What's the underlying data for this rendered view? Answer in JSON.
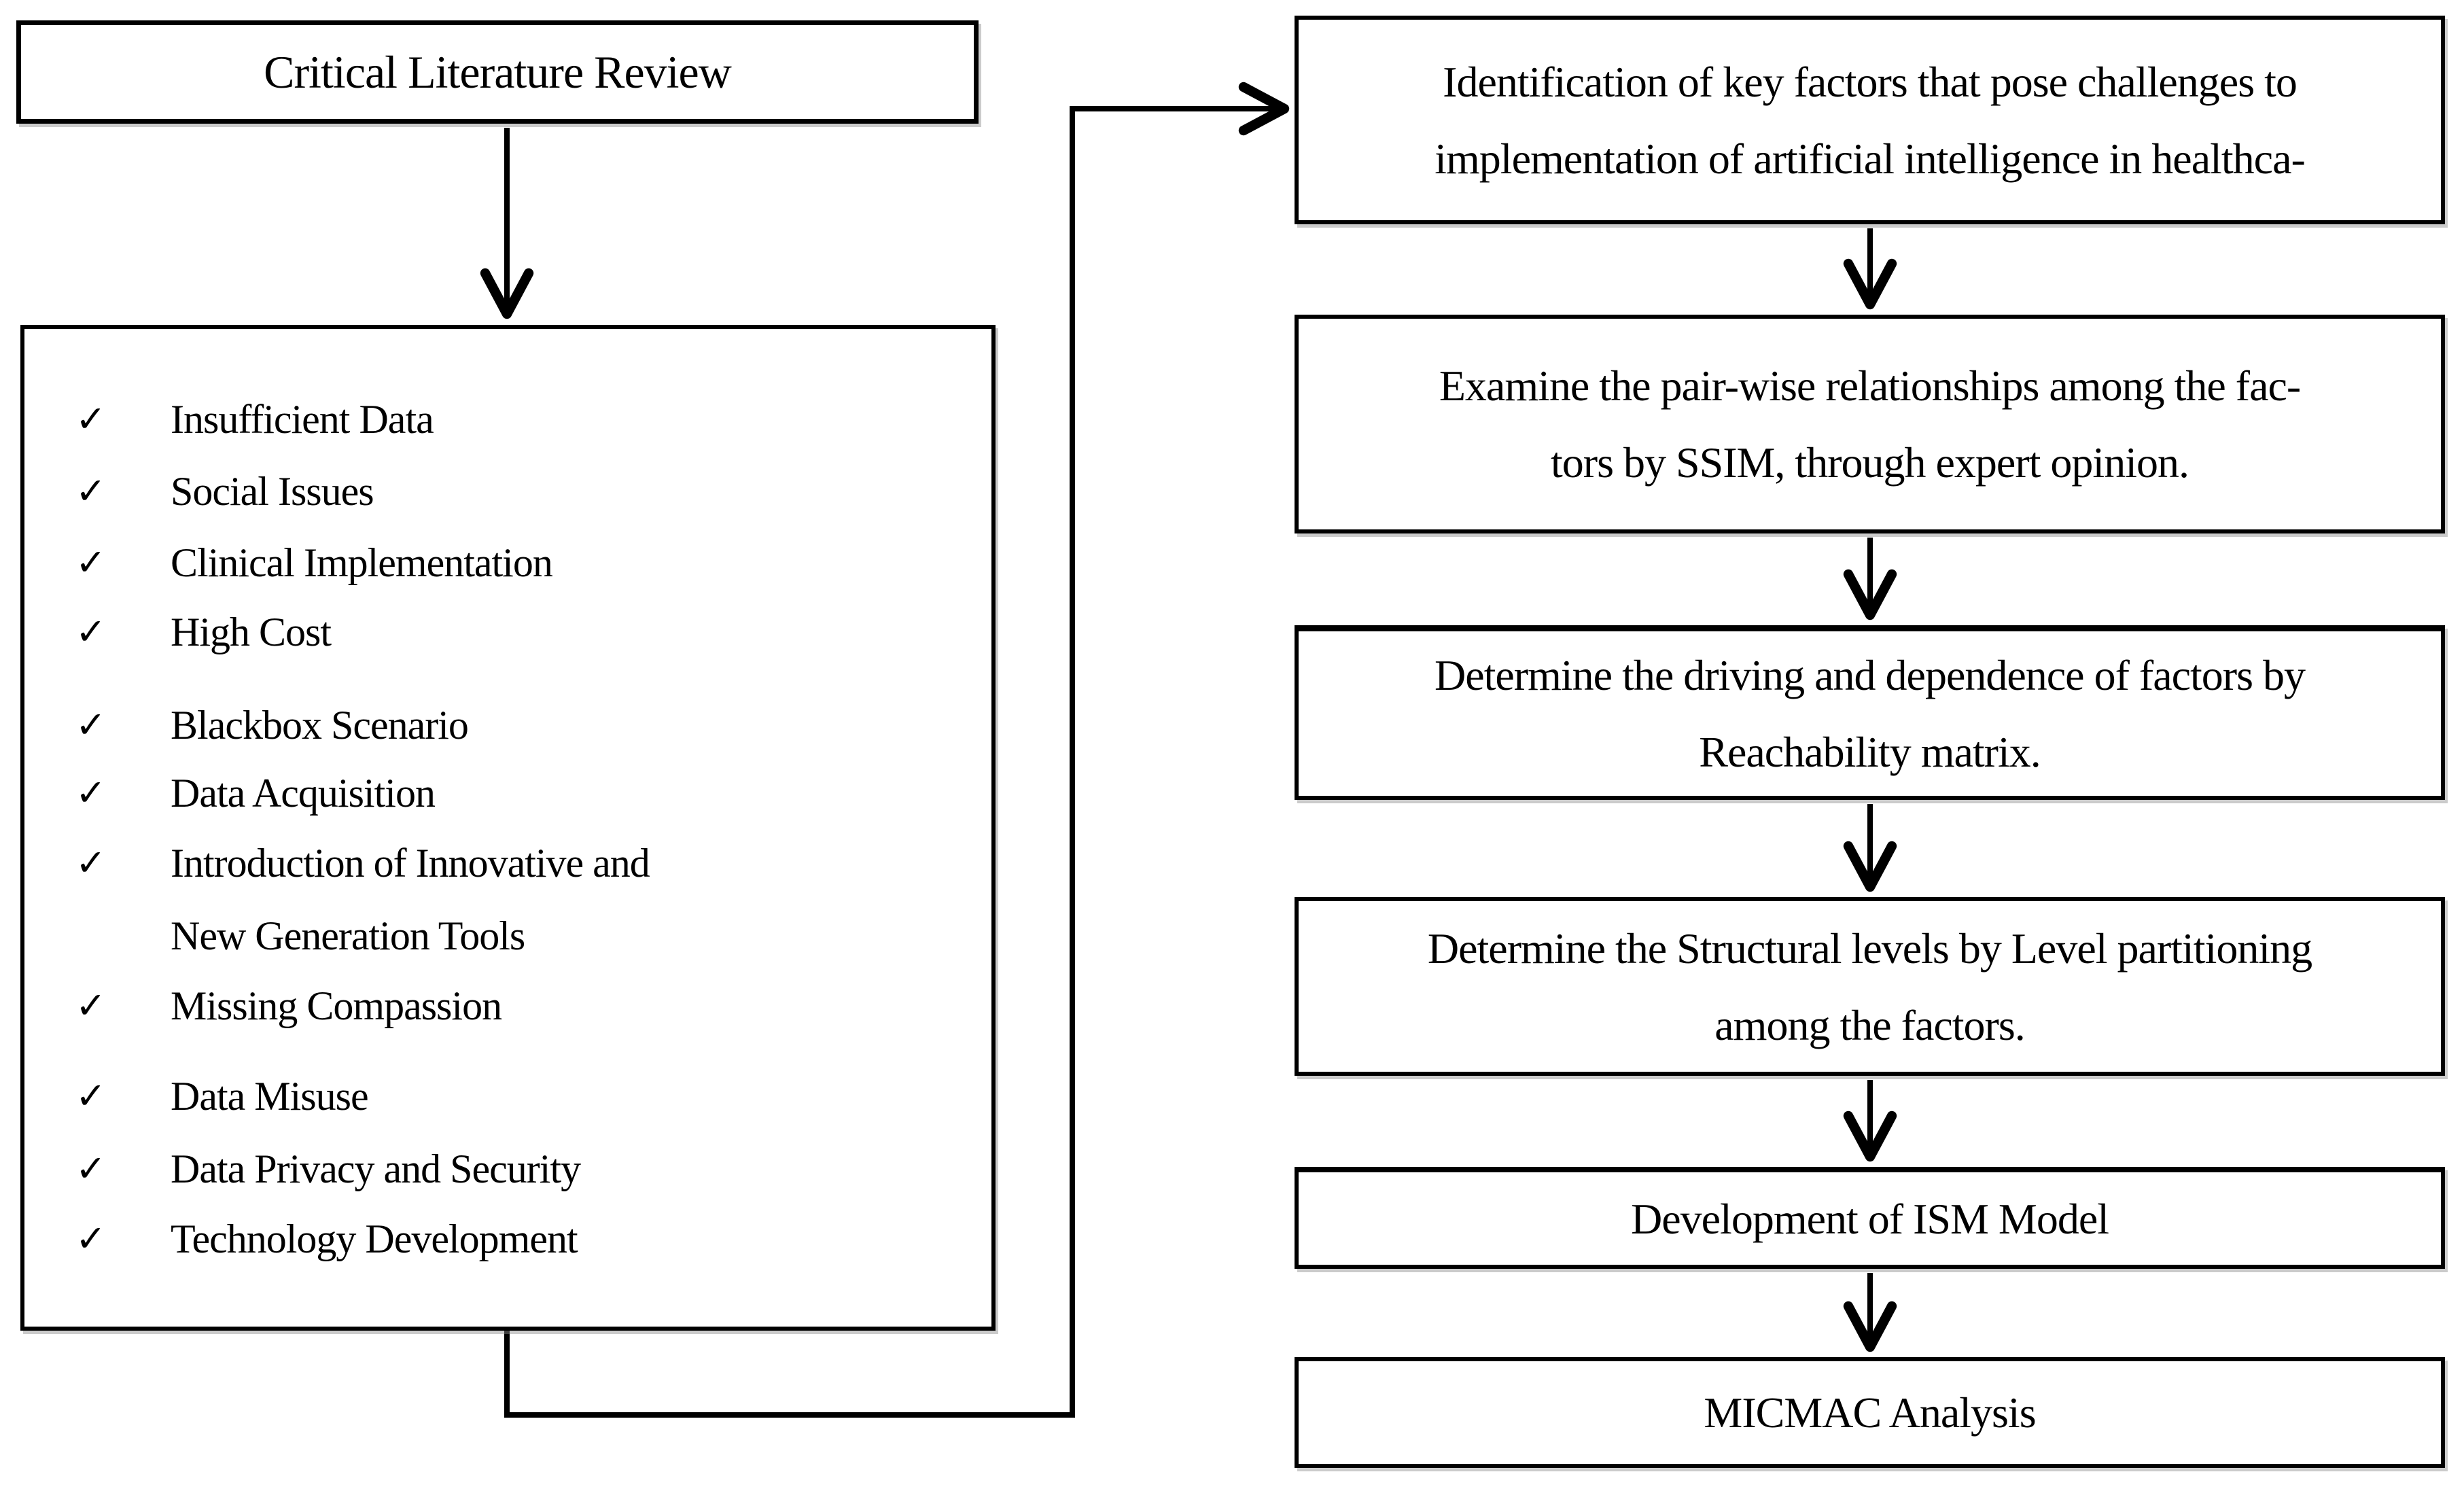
{
  "diagram": {
    "title_box": {
      "label": "Critical Literature Review"
    },
    "factors": [
      {
        "check": "✓",
        "label": "Insufficient Data"
      },
      {
        "check": "✓",
        "label": "Social Issues"
      },
      {
        "check": "✓",
        "label": "Clinical Implementation"
      },
      {
        "check": "✓",
        "label": "High Cost"
      },
      {
        "check": "✓",
        "label": "Blackbox Scenario"
      },
      {
        "check": "✓",
        "label": "Data Acquisition"
      },
      {
        "check": "✓",
        "label": "Introduction of Innovative and"
      },
      {
        "check": "",
        "label": "New Generation Tools"
      },
      {
        "check": "✓",
        "label": "Missing Compassion"
      },
      {
        "check": "✓",
        "label": "Data Misuse"
      },
      {
        "check": "✓",
        "label": "Data Privacy and Security"
      },
      {
        "check": "✓",
        "label": "Technology Development"
      }
    ],
    "steps": [
      {
        "line1": "Identification of key factors that pose challenges to",
        "line2": "implementation of artificial intelligence in healthca-"
      },
      {
        "line1": "Examine the pair-wise relationships among the fac-",
        "line2": "tors by SSIM, through expert opinion."
      },
      {
        "line1": "Determine the driving and dependence of factors by",
        "line2": "Reachability matrix."
      },
      {
        "line1": "Determine the Structural levels by Level partitioning",
        "line2": "among the factors."
      },
      {
        "line1": "Development of ISM Model"
      },
      {
        "line1": "MICMAC Analysis"
      }
    ],
    "colors": {
      "line": "#000000",
      "box_border": "#000000",
      "box_background": "#ffffff",
      "text": "#000000",
      "shadow": "#8f8f8f"
    }
  }
}
